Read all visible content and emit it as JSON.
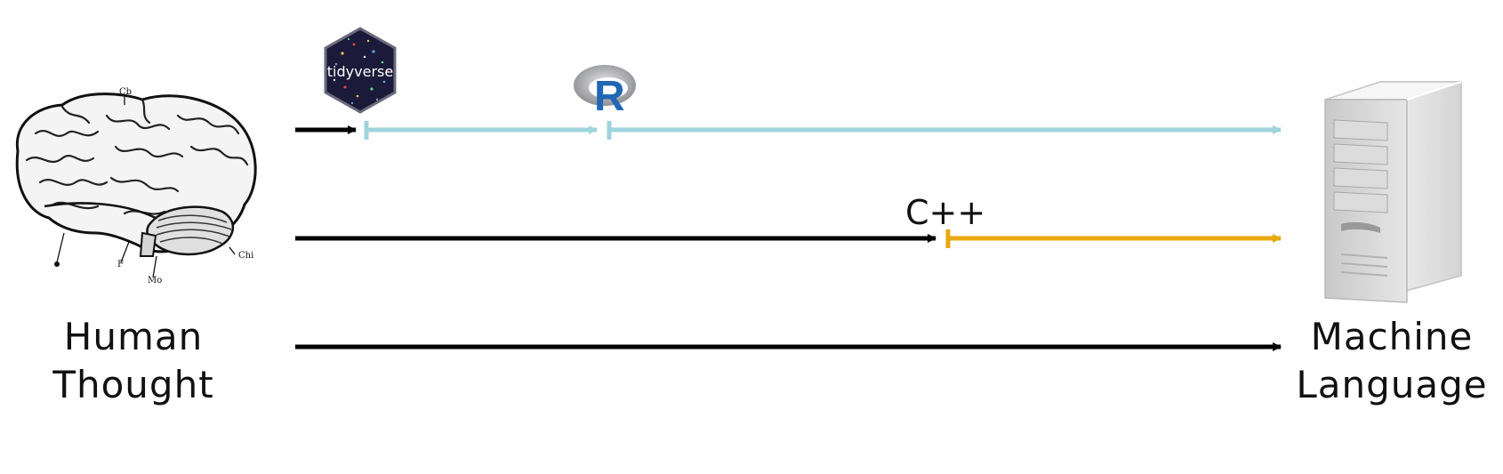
{
  "left_endpoint": {
    "icon": "brain-icon",
    "label_line1": "Human",
    "label_line2": "Thought",
    "brain_letters": [
      "Cb",
      "F",
      "Mo",
      "Chi"
    ]
  },
  "right_endpoint": {
    "icon": "server-tower-icon",
    "label_line1": "Machine",
    "label_line2": "Language"
  },
  "paths": [
    {
      "name": "tidyverse-r-path",
      "segments": [
        {
          "from": "Human Thought",
          "to": "tidyverse",
          "color": "#000000"
        },
        {
          "from": "tidyverse",
          "to": "R",
          "color": "#9fd3dd"
        },
        {
          "from": "R",
          "to": "Machine Language",
          "color": "#9fd3dd"
        }
      ]
    },
    {
      "name": "cpp-path",
      "segments": [
        {
          "from": "Human Thought",
          "to": "C++",
          "color": "#000000"
        },
        {
          "from": "C++",
          "to": "Machine Language",
          "color": "#e8a810"
        }
      ]
    },
    {
      "name": "direct-path",
      "segments": [
        {
          "from": "Human Thought",
          "to": "Machine Language",
          "color": "#000000"
        }
      ]
    }
  ],
  "logos": {
    "tidyverse_text": "tidyverse",
    "r_text": "R",
    "cpp_text": "C++"
  },
  "colors": {
    "black_arrow": "#000000",
    "r_arrow": "#9fd3dd",
    "cpp_arrow": "#e8a810",
    "r_blue": "#2166b5",
    "hex_fill": "#1b1a3a"
  }
}
